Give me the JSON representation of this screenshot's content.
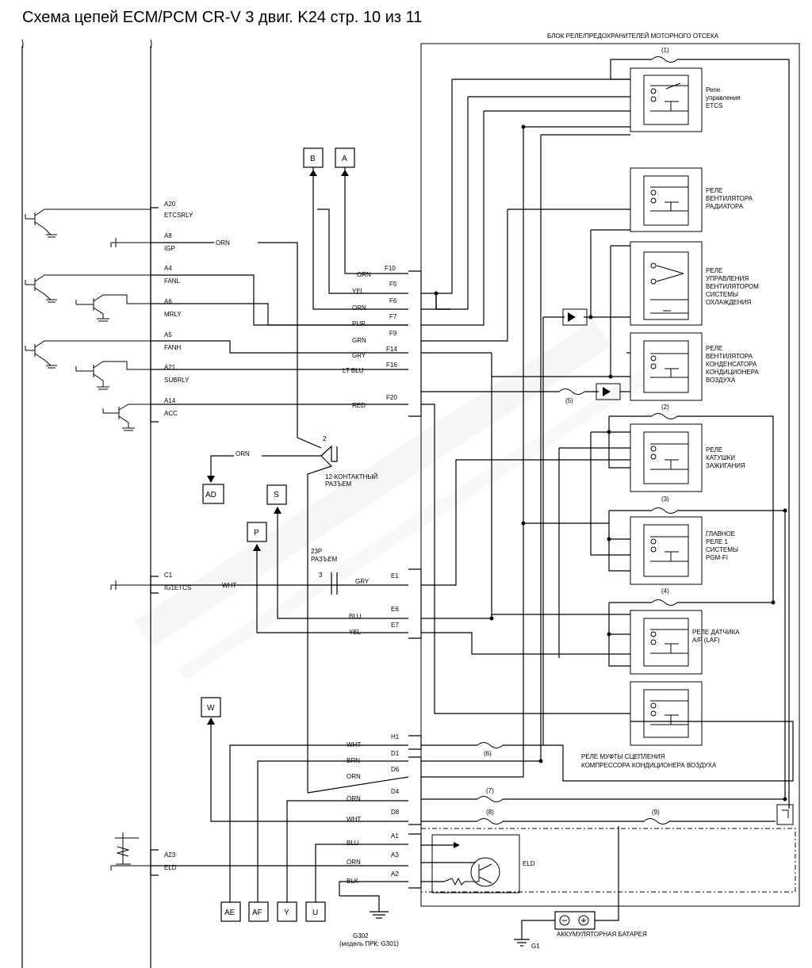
{
  "title": "Схема цепей ECM/PCM CR-V 3 двиг. K24 стр. 10 из 11",
  "block_title": "БЛОК РЕЛЕ/ПРЕДОХРАНИТЕЛЕЙ МОТОРНОГО ОТСЕКА",
  "ecm_pins": [
    {
      "pin": "A20",
      "name": "ETCSRLY"
    },
    {
      "pin": "A8",
      "name": "IGP"
    },
    {
      "pin": "A4",
      "name": "FANL"
    },
    {
      "pin": "A6",
      "name": "MRLY"
    },
    {
      "pin": "A5",
      "name": "FANH"
    },
    {
      "pin": "A21",
      "name": "SUBRLY"
    },
    {
      "pin": "A14",
      "name": "ACC"
    },
    {
      "pin": "C1",
      "name": "IG1ETCS"
    },
    {
      "pin": "A23",
      "name": "ELD"
    }
  ],
  "wires_f": [
    {
      "color": "ORN",
      "pin": "F10"
    },
    {
      "color": "YEL",
      "pin": "F5"
    },
    {
      "color": "ORN",
      "pin": "F6"
    },
    {
      "color": "PUR",
      "pin": "F7"
    },
    {
      "color": "GRN",
      "pin": "F9"
    },
    {
      "color": "GRY",
      "pin": "F14"
    },
    {
      "color": "LT BLU",
      "pin": "F16"
    },
    {
      "color": "RED",
      "pin": "F20"
    }
  ],
  "wires_e": [
    {
      "color": "GRY",
      "pin": "E1"
    },
    {
      "color": "BLU",
      "pin": "E6"
    },
    {
      "color": "YEL",
      "pin": "E7"
    }
  ],
  "wires_hd": [
    {
      "color": "WHT",
      "pin": "H1"
    },
    {
      "color": "BRN",
      "pin": "D1"
    },
    {
      "color": "ORN",
      "pin": "D6"
    },
    {
      "color": "ORN",
      "pin": "D4"
    },
    {
      "color": "WHT",
      "pin": "D8"
    }
  ],
  "wires_a": [
    {
      "color": "BLU",
      "pin": "A1"
    },
    {
      "color": "ORN",
      "pin": "A3"
    },
    {
      "color": "BLK",
      "pin": "A2"
    }
  ],
  "ecm_wire_labels": {
    "igp": "ORN",
    "ig1etcs": "WHT"
  },
  "connectors": {
    "c12_pin": "2",
    "c12_label_1": "12-КОНТАКТНЫЙ",
    "c12_label_2": "РАЗЪЕМ",
    "c12_wire": "ORN",
    "c23_label_1": "23P",
    "c23_label_2": "РАЗЪЕМ",
    "c23_pin": "3"
  },
  "relays": [
    {
      "lines": [
        "Реле",
        "управления",
        "ETCS"
      ]
    },
    {
      "lines": [
        "РЕЛЕ",
        "ВЕНТИЛЯТОРА",
        "РАДИАТОРА"
      ]
    },
    {
      "lines": [
        "РЕЛЕ",
        "УПРАВЛЕНИЯ",
        "ВЕНТИЛЯТОРОМ",
        "СИСТЕМЫ",
        "ОХЛАЖДЕНИЯ"
      ]
    },
    {
      "lines": [
        "РЕЛЕ",
        "ВЕНТИЛЯТОРА",
        "КОНДЕНСАТОРА",
        "КОНДИЦИОНЕРА",
        "ВОЗДУХА"
      ]
    },
    {
      "lines": [
        "РЕЛЕ",
        "КАТУШКИ",
        "ЗАЖИГАНИЯ"
      ]
    },
    {
      "lines": [
        "ГЛАВНОЕ",
        "РЕЛЕ 1",
        "СИСТЕМЫ",
        "PGM-FI"
      ]
    },
    {
      "lines": [
        "РЕЛЕ ДАТЧИКА",
        "A/F (LAF)"
      ]
    },
    {
      "lines": []
    }
  ],
  "compressor_relay": [
    "РЕЛЕ МУФТЫ СЦЕПЛЕНИЯ",
    "КОМПРЕССОРА КОНДИЦИОНЕРА ВОЗДУХА"
  ],
  "fuses": [
    "(1)",
    "(2)",
    "(3)",
    "(4)",
    "(5)",
    "(6)",
    "(7)",
    "(8)",
    "(9)"
  ],
  "arrow_boxes": [
    "B",
    "A",
    "AD",
    "S",
    "P",
    "W",
    "AE",
    "AF",
    "Y",
    "U"
  ],
  "eld_label": "ELD",
  "ground_g302": "G302",
  "ground_g302_note": "(модель ПРК: G301)",
  "battery_label": "АККУМУЛЯТОРНАЯ БАТАРЕЯ",
  "ground_g1": "G1"
}
